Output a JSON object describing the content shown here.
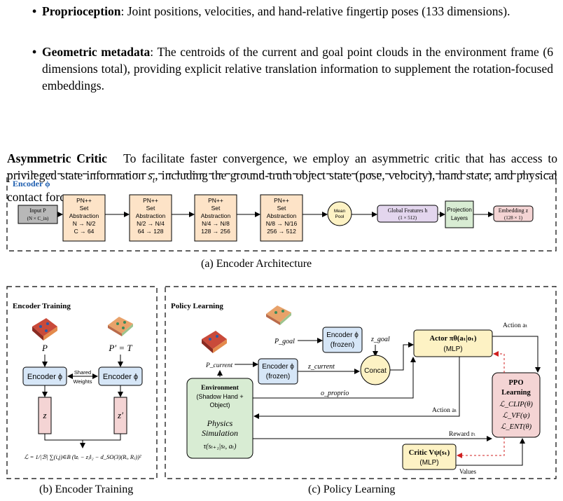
{
  "bullets": [
    {
      "term": "Proprioception",
      "text": ": Joint positions, velocities, and hand-relative fingertip poses (133 dimensions)."
    },
    {
      "term": "Geometric metadata",
      "text": ": The centroids of the current and goal point clouds in the environment frame (6 dimensions total), providing explicit relative translation information to supplement the rotation-focused embeddings."
    }
  ],
  "paragraph": {
    "heading": "Asymmetric Critic",
    "text_a": "To facilitate faster convergence, we employ an asymmetric critic that has access to privileged state information ",
    "var": "s",
    "var_sub": "t",
    "text_b": ", including the ground-truth object state (pose, velocity), hand state, and physical contact forces."
  },
  "encoder": {
    "title": "Encoder ϕ",
    "input": [
      "Input P",
      "(N × C_in)"
    ],
    "stages": [
      [
        "PN++",
        "Set",
        "Abstraction",
        "N → N/2",
        "C → 64"
      ],
      [
        "PN++",
        "Set",
        "Abstraction",
        "N/2 → N/4",
        "64 → 128"
      ],
      [
        "PN++",
        "Set",
        "Abstraction",
        "N/4 → N/8",
        "128 → 256"
      ],
      [
        "PN++",
        "Set",
        "Abstraction",
        "N/8 → N/16",
        "256 → 512"
      ]
    ],
    "pool": [
      "Mean",
      "Pool"
    ],
    "global": [
      "Global Features h",
      "(1 × 512)"
    ],
    "projection": [
      "Projection",
      "Layers"
    ],
    "embedding": [
      "Embedding z",
      "(128 × 1)"
    ],
    "caption": "(a) Encoder Architecture"
  },
  "training": {
    "title": "Encoder Training",
    "p_left": "P",
    "p_right": "P′ = T",
    "enc_left": "Encoder ϕ",
    "enc_right": "Encoder ϕ",
    "shared": [
      "Shared",
      "Weights"
    ],
    "z_left": "z",
    "z_right": "z′",
    "loss": "ℒ = 1/|ℬ| ∑(i,j)∈B (‖zᵢ − zⱼ‖₂ − d_SO(3)(Rᵢ, Rⱼ))²",
    "caption": "(b) Encoder Training"
  },
  "policy": {
    "title": "Policy Learning",
    "p_goal": "P_goal",
    "p_current": "P_current",
    "enc_goal": [
      "Encoder ϕ",
      "(frozen)"
    ],
    "enc_current": [
      "Encoder ϕ",
      "(frozen)"
    ],
    "z_goal": "z_goal",
    "z_current": "z_current",
    "concat": "Concat",
    "actor": [
      "Actor πθ(aₜ|oₜ)",
      "(MLP)"
    ],
    "action_top": "Action aₜ",
    "env": [
      "Environment",
      "(Shadow Hand +",
      "Object)"
    ],
    "physics": [
      "Physics",
      "Simulation",
      "τ(sₜ₊₁|sₜ, aₜ)"
    ],
    "proprio": "o_proprio",
    "action_mid": "Action aₜ",
    "reward": "Reward rₜ",
    "ppo": [
      "PPO",
      "Learning",
      "ℒ_CLIP(θ)",
      "ℒ_VF(ψ)",
      "ℒ_ENT(θ)"
    ],
    "critic": [
      "Critic Vψ(sₜ)",
      "(MLP)"
    ],
    "values": "Values",
    "caption": "(c) Policy Learning"
  },
  "colors": {
    "orange": "#fde3c7",
    "blue": "#d6e6f7",
    "pink": "#f4d4d4",
    "green": "#d8ecd3",
    "yellow": "#fdf2c4",
    "purple": "#e3d6ee",
    "gray": "#b8b8b8",
    "accent": "#1f5fb0",
    "red": "#d02020"
  }
}
